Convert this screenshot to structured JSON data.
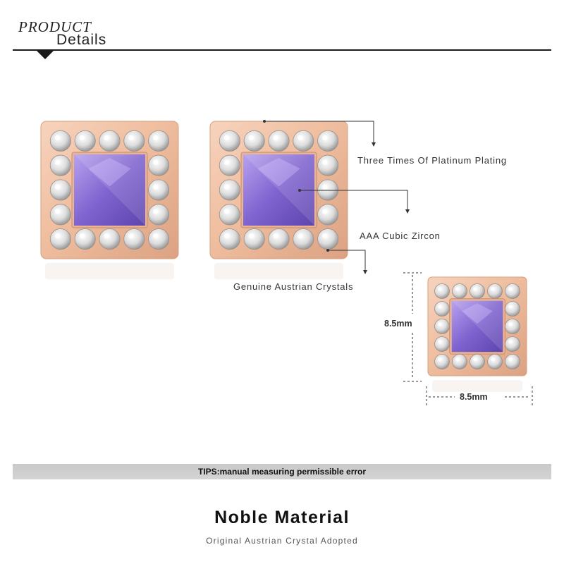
{
  "header": {
    "product": "PRODUCT",
    "details": "Details"
  },
  "callouts": {
    "plating": "Three Times Of Platinum Plating",
    "zircon": "AAA Cubic Zircon",
    "crystals": "Genuine Austrian Crystals"
  },
  "dimensions": {
    "height": "8.5mm",
    "width": "8.5mm"
  },
  "tips": "TIPS:manual measuring permissible error",
  "footer": {
    "title": "Noble Material",
    "subtitle": "Original Austrian Crystal Adopted"
  },
  "colors": {
    "rose_gold": "#f1c3a8",
    "amethyst": "#8b72d6",
    "text": "#333333",
    "tips_bar": "#cccccc"
  }
}
